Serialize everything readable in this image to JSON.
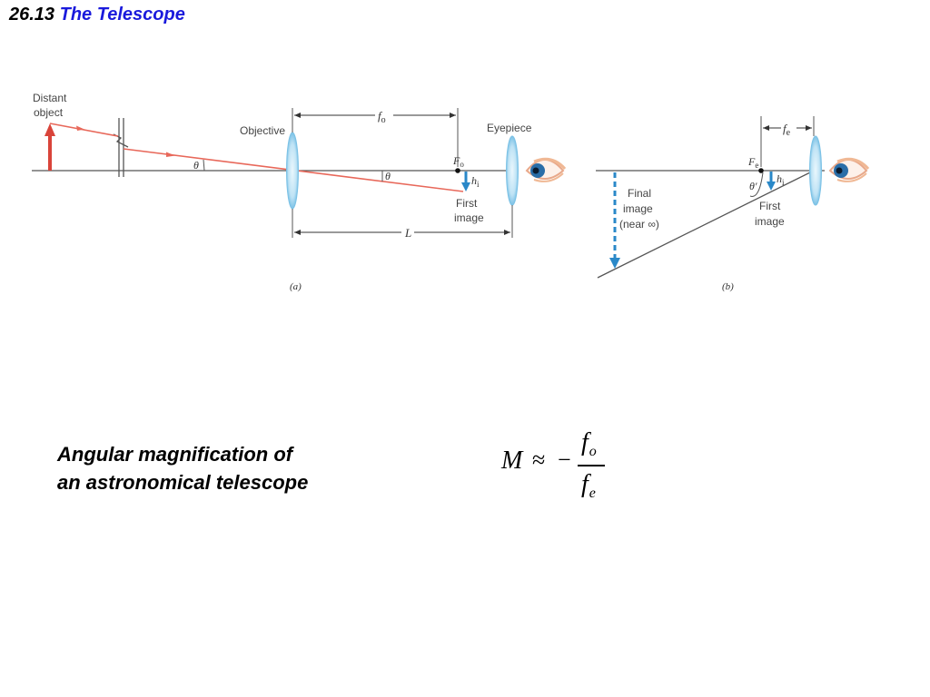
{
  "slide": {
    "number": "26.13",
    "title": "The Telescope",
    "title_color": "#1a1adc"
  },
  "diagram_a": {
    "caption": "(a)",
    "distant_object_line1": "Distant",
    "distant_object_line2": "object",
    "objective": "Objective",
    "eyepiece": "Eyepiece",
    "f_o_main": "f",
    "f_o_sub": "o",
    "F_o_main": "F",
    "F_o_sub": "o",
    "h_i_main": "h",
    "h_i_sub": "i",
    "theta": "θ",
    "first_image_line1": "First",
    "first_image_line2": "image",
    "L": "L"
  },
  "diagram_b": {
    "caption": "(b)",
    "f_e_main": "f",
    "f_e_sub": "e",
    "F_e_main": "F",
    "F_e_sub": "e",
    "h_i_main": "h",
    "h_i_sub": "i",
    "theta_prime": "θ′",
    "final_image_line1": "Final",
    "final_image_line2": "image",
    "final_image_line3": "(near ∞)",
    "first_image_line1": "First",
    "first_image_line2": "image"
  },
  "caption": {
    "line1": "Angular magnification of",
    "line2": "an astronomical telescope"
  },
  "formula": {
    "lhs": "M",
    "approx": "≈",
    "minus": "−",
    "numerator": "f",
    "numerator_sub": "o",
    "denominator": "f",
    "denominator_sub": "e"
  },
  "colors": {
    "ray": "#e8685a",
    "object_arrow": "#d9443a",
    "image_arrow": "#2a88c8",
    "lens_fill": "#bfe3f5",
    "lens_edge": "#7cc2e6"
  }
}
